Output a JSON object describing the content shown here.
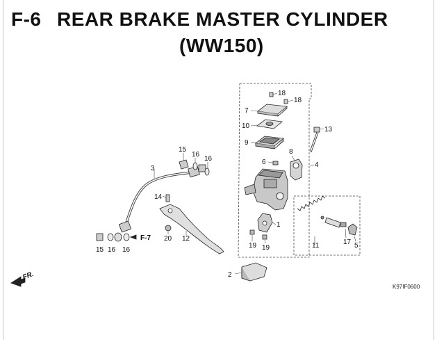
{
  "header": {
    "code": "F-6",
    "title": "REAR BRAKE MASTER CYLINDER",
    "subtitle": "(WW150)"
  },
  "figure_code": "K97IF0600",
  "direction_label": "FR.",
  "cross_ref": "F-7",
  "callouts": {
    "c1": "1",
    "c2": "2",
    "c3": "3",
    "c4": "4",
    "c5": "5",
    "c6": "6",
    "c7": "7",
    "c8": "8",
    "c9": "9",
    "c10": "10",
    "c11": "11",
    "c12": "12",
    "c13": "13",
    "c14": "14",
    "c15a": "15",
    "c15b": "15",
    "c16a": "16",
    "c16b": "16",
    "c16c": "16",
    "c16d": "16",
    "c17": "17",
    "c18a": "18",
    "c18b": "18",
    "c19a": "19",
    "c19b": "19",
    "c20": "20"
  }
}
